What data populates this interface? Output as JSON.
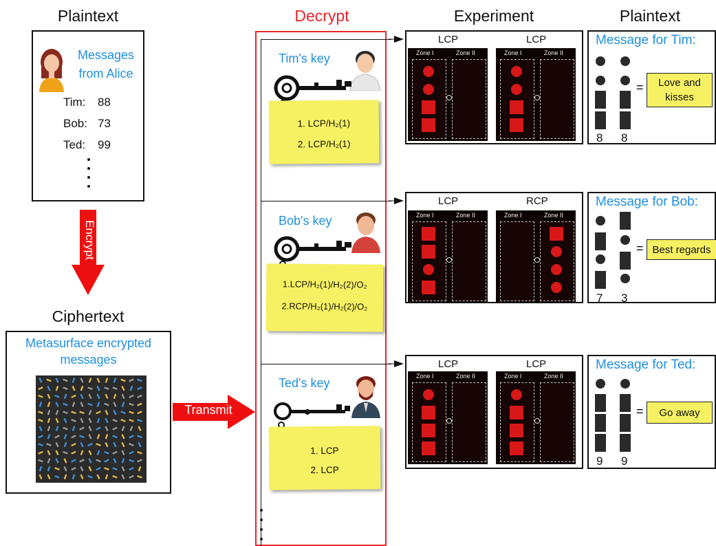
{
  "headers": {
    "plaintext_left": "Plaintext",
    "decrypt": "Decrypt",
    "experiment": "Experiment",
    "plaintext_right": "Plaintext",
    "ciphertext": "Ciphertext"
  },
  "alice": {
    "line1": "Messages",
    "line2": "from Alice",
    "scores": [
      {
        "name": "Tim:",
        "value": "88"
      },
      {
        "name": "Bob:",
        "value": "73"
      },
      {
        "name": "Ted:",
        "value": "99"
      }
    ]
  },
  "arrows": {
    "encrypt": "Encrypt",
    "transmit": "Transmit"
  },
  "ciphertext_box": {
    "line1": "Metasurface encrypted",
    "line2": "messages"
  },
  "keys": [
    {
      "name": "Tim's key",
      "steps": [
        "1. LCP/H₂(1)",
        "2. LCP/H₂(1)"
      ]
    },
    {
      "name": "Bob's key",
      "steps": [
        "1.LCP/H₂(1)/H₂(2)/O₂",
        "2.RCP/H₂(1)/H₂(2)/O₂"
      ]
    },
    {
      "name": "Ted's key",
      "steps": [
        "1. LCP",
        "2. LCP"
      ]
    }
  ],
  "experiments": [
    {
      "pol": [
        "LCP",
        "LCP"
      ]
    },
    {
      "pol": [
        "LCP",
        "RCP"
      ]
    },
    {
      "pol": [
        "LCP",
        "LCP"
      ]
    }
  ],
  "zones": {
    "zone1": "Zone I",
    "zone2": "Zone II"
  },
  "messages": [
    {
      "title": "Message for Tim:",
      "digits": [
        "8",
        "8"
      ],
      "eq": "=",
      "text": "Love and kisses"
    },
    {
      "title": "Message for Bob:",
      "digits": [
        "7",
        "3"
      ],
      "eq": "=",
      "text": "Best regards"
    },
    {
      "title": "Message for Ted:",
      "digits": [
        "9",
        "9"
      ],
      "eq": "=",
      "text": "Go away"
    }
  ],
  "colors": {
    "accent_blue": "#1f8fe0",
    "accent_red": "#e8262a",
    "note_yellow": "#f6f162",
    "laser_red": "#d81818"
  }
}
